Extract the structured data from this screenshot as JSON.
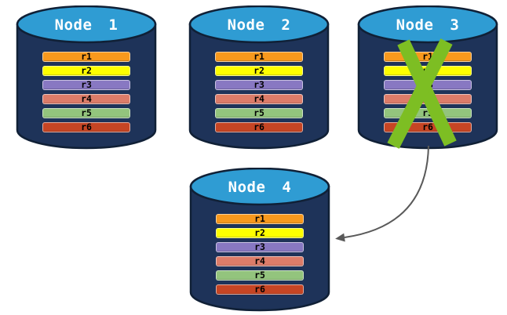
{
  "nodes": [
    {
      "title": "Node 1",
      "failed": false,
      "replicas": [
        "r1",
        "r2",
        "r3",
        "r4",
        "r5",
        "r6"
      ]
    },
    {
      "title": "Node 2",
      "failed": false,
      "replicas": [
        "r1",
        "r2",
        "r3",
        "r4",
        "r5",
        "r6"
      ]
    },
    {
      "title": "Node 3",
      "failed": true,
      "replicas": [
        "r1",
        "r2",
        "r3",
        "r4",
        "r5",
        "r6"
      ]
    },
    {
      "title": "Node 4",
      "failed": false,
      "replicas": [
        "r1",
        "r2",
        "r3",
        "r4",
        "r5",
        "r6"
      ]
    }
  ],
  "colors": {
    "cylinder_body": "#1E3359",
    "cylinder_top": "#2F9CD3",
    "cylinder_outline": "#102036",
    "replica_r1": "#F8991D",
    "replica_r2": "#FEFF00",
    "replica_r3": "#8878C2",
    "replica_r4": "#DC7C69",
    "replica_r5": "#93C47D",
    "replica_r6": "#C64524",
    "failure_x": "#7DBE23",
    "arrow": "#595959",
    "title_text": "#FFFFFF",
    "bar_text": "#000000"
  }
}
